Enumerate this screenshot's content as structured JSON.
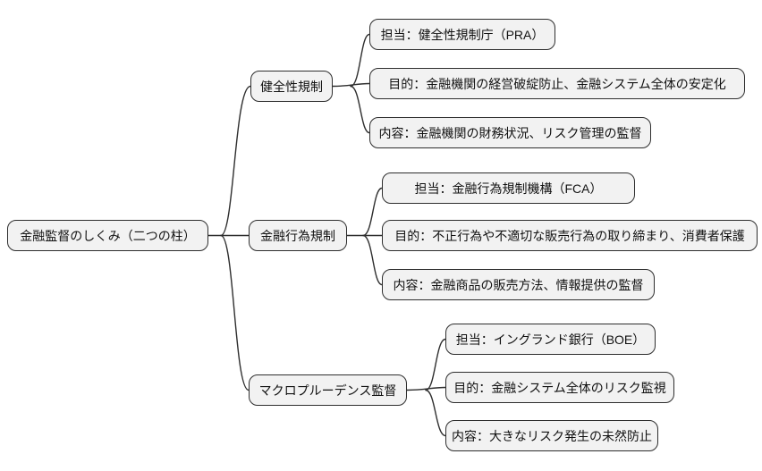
{
  "diagram": {
    "type": "mindmap",
    "colors": {
      "background": "#ffffff",
      "node_fill": "#f2f2f2",
      "node_border": "#2e2e2e",
      "edge": "#2e2e2e",
      "text": "#111111"
    },
    "root": {
      "label": "金融監督のしくみ（二つの柱）"
    },
    "branches": [
      {
        "label": "健全性規制",
        "children": [
          {
            "label": "担当：健全性規制庁（PRA）"
          },
          {
            "label": "目的：金融機関の経営破綻防止、金融システム全体の安定化"
          },
          {
            "label": "内容：金融機関の財務状況、リスク管理の監督"
          }
        ]
      },
      {
        "label": "金融行為規制",
        "children": [
          {
            "label": "担当：金融行為規制機構（FCA）"
          },
          {
            "label": "目的：不正行為や不適切な販売行為の取り締まり、消費者保護"
          },
          {
            "label": "内容：金融商品の販売方法、情報提供の監督"
          }
        ]
      },
      {
        "label": "マクロプルーデンス監督",
        "children": [
          {
            "label": "担当：イングランド銀行（BOE）"
          },
          {
            "label": "目的：金融システム全体のリスク監視"
          },
          {
            "label": "内容：大きなリスク発生の未然防止"
          }
        ]
      }
    ]
  }
}
